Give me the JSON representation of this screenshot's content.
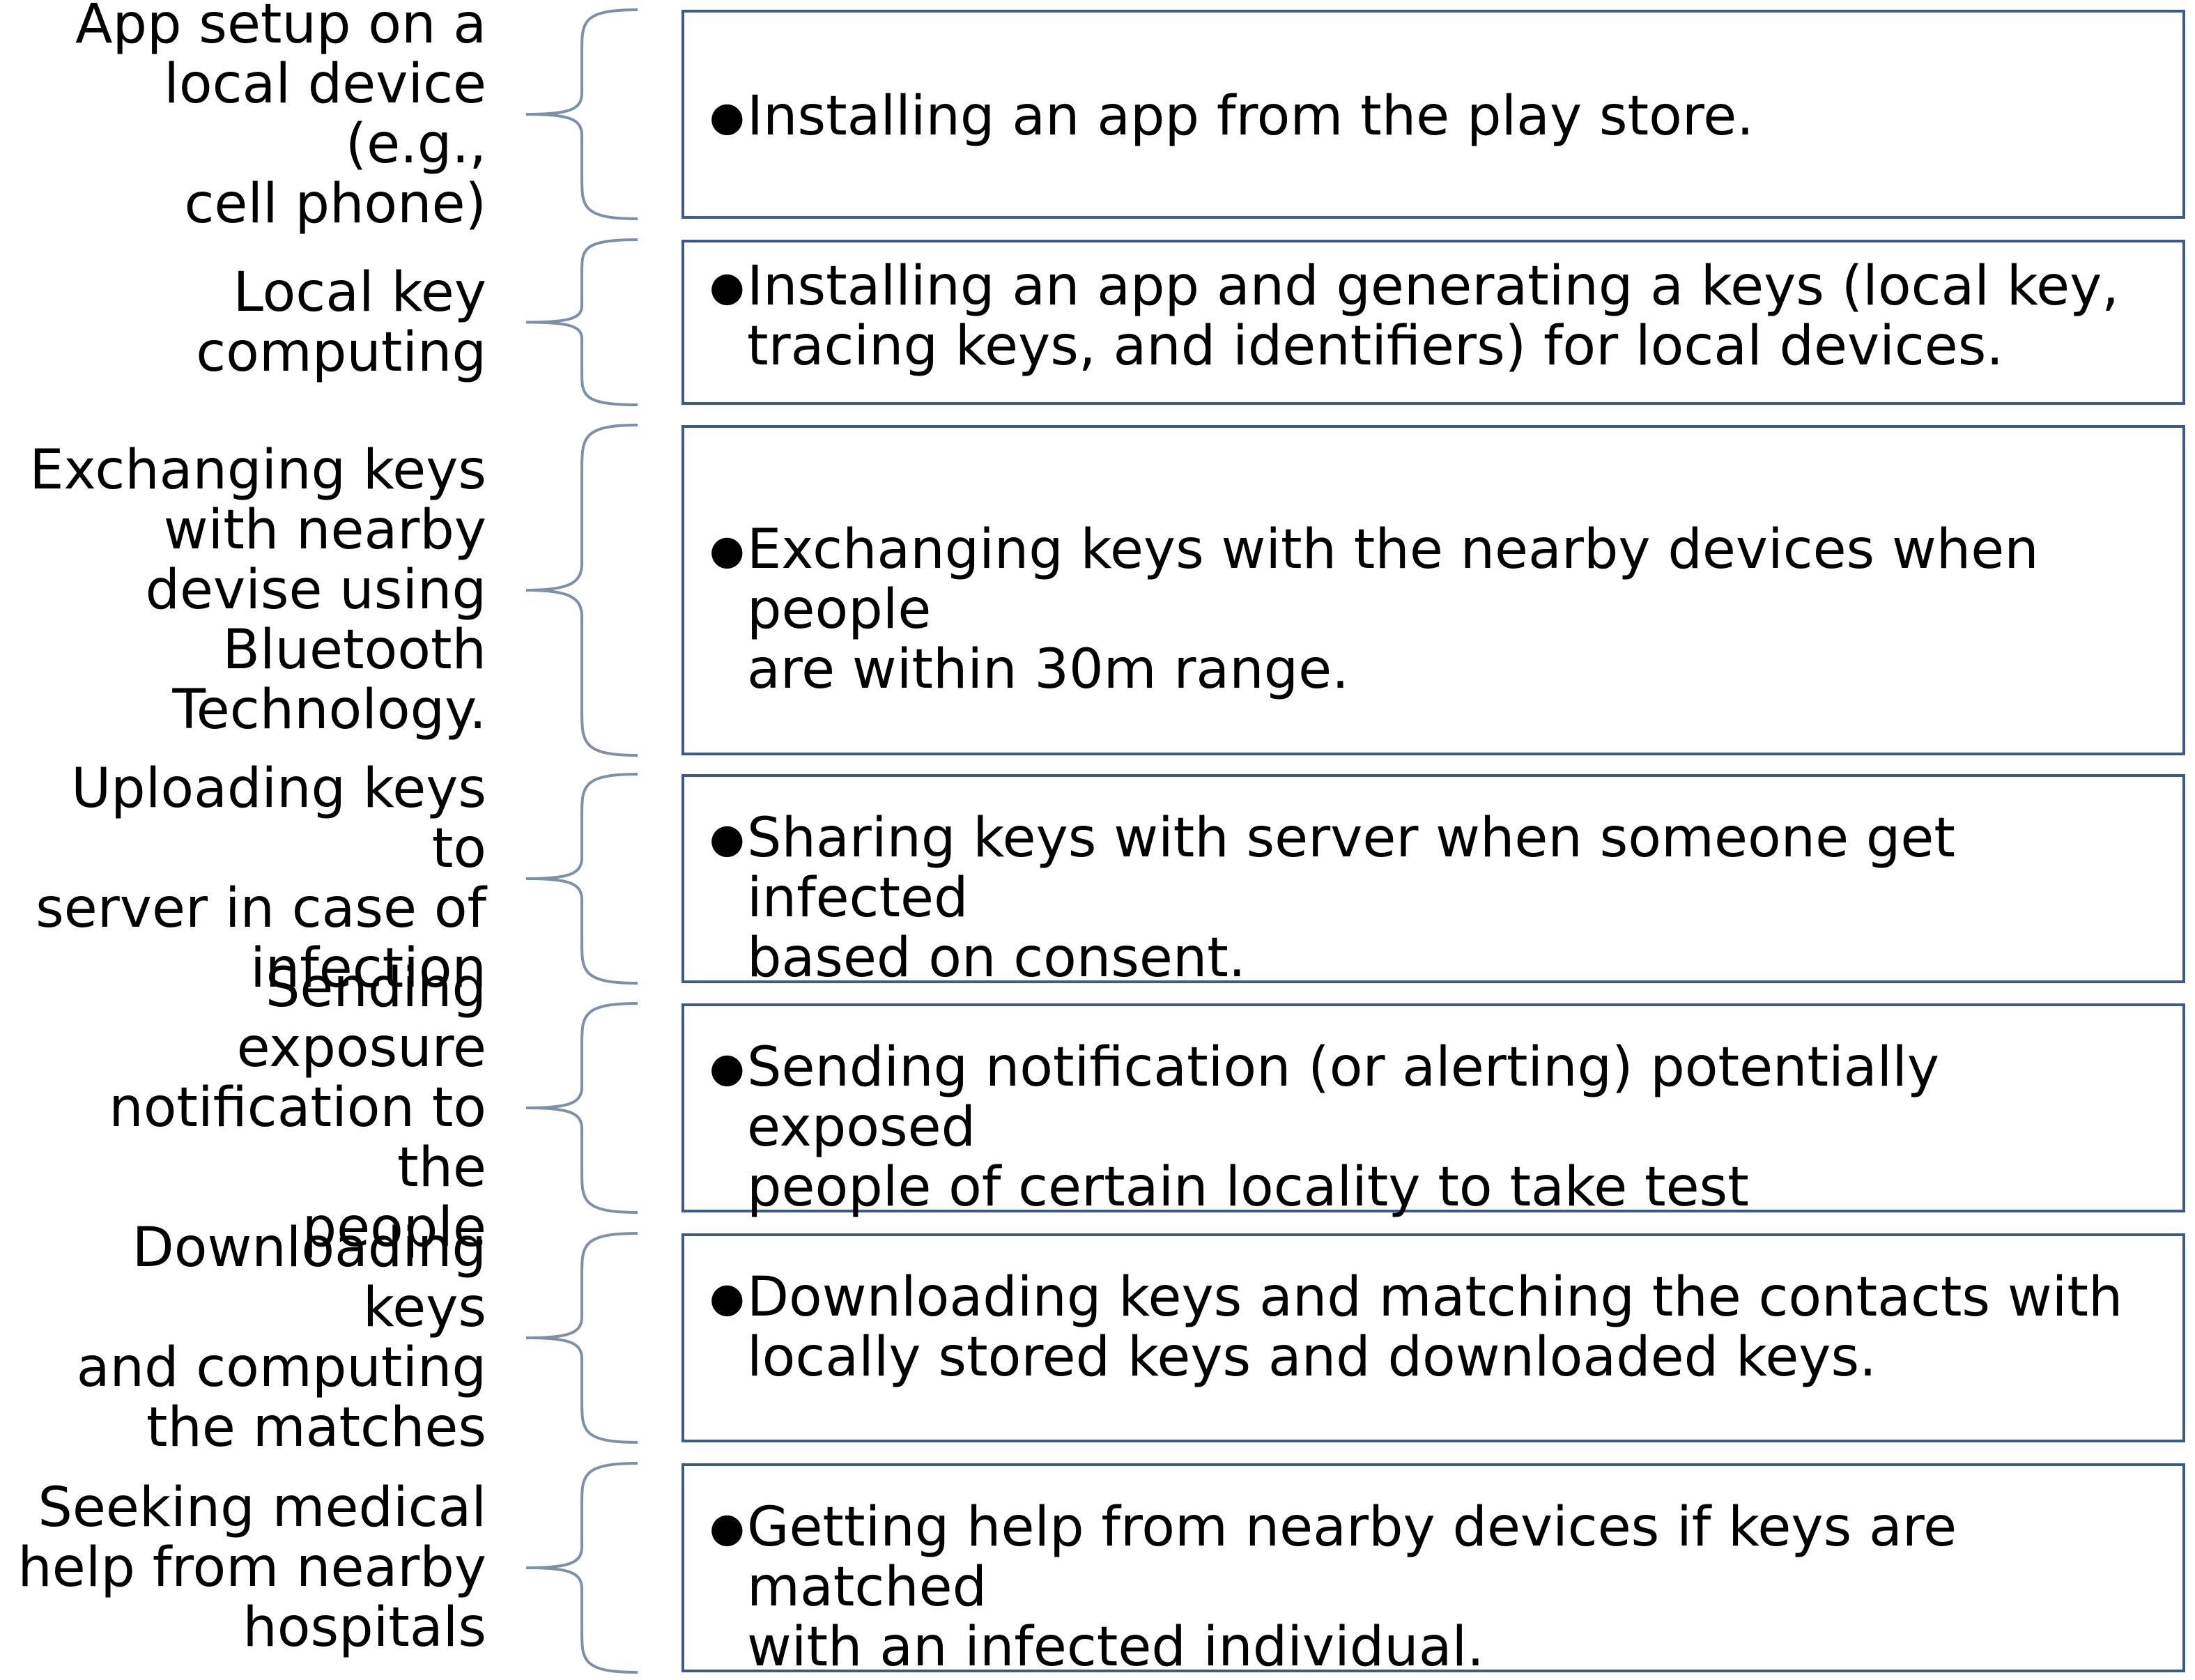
{
  "rows": [
    {
      "label": "App setup on a\nlocal device (e.g.,\ncell phone)",
      "bullet": "●",
      "text": "Installing an app from the play store."
    },
    {
      "label": "Local key\ncomputing",
      "bullet": "●",
      "text": "Installing an app and generating a keys (local key,\ntracing keys, and identifiers) for local devices."
    },
    {
      "label": "Exchanging keys\nwith nearby\ndevise using\nBluetooth\nTechnology.",
      "bullet": "●",
      "text": "Exchanging keys with the nearby devices when people\nare within 30m range."
    },
    {
      "label": "Uploading keys to\nserver in case of\ninfection",
      "bullet": "●",
      "text": "Sharing keys with server when someone get infected\nbased on consent."
    },
    {
      "label": "Sending exposure\nnotification to the\npeople",
      "bullet": "●",
      "text": "Sending notification (or alerting) potentially exposed\npeople of certain locality to take test"
    },
    {
      "label": "Downloading keys\nand computing\nthe matches",
      "bullet": "●",
      "text": "Downloading keys and matching the contacts with\nlocally stored keys and downloaded keys."
    },
    {
      "label": "Seeking medical\nhelp from nearby\nhospitals",
      "bullet": "●",
      "text": "Getting help from nearby devices if keys are matched\nwith an infected individual."
    }
  ],
  "colors": {
    "box_border": "#3e5a8a",
    "brace": "#7f8fa6",
    "text": "#000000"
  }
}
